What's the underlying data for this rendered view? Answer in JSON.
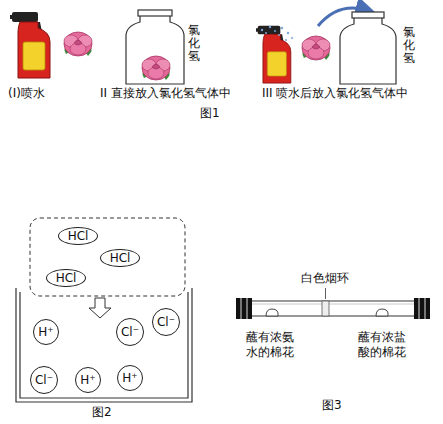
{
  "diagram": {
    "nodes": [
      {
        "text": [
          "HCl"
        ]
      },
      {
        "text": [
          "HCl"
        ]
      },
      {
        "text": [
          "HCl"
        ]
      },
      {
        "text": [
          "Cl⁻"
        ]
      },
      {
        "text": [
          "Cl⁻"
        ]
      },
      {
        "text": [
          "H⁺"
        ]
      },
      {
        "text": [
          "H⁺"
        ]
      },
      {
        "text": [
          "H⁺"
        ]
      },
      {
        "text": [
          "Cl⁻"
        ]
      }
    ],
    "labels": [
      "(I)喷水",
      "II 直接放入氯化氢气体中",
      "氯化氢",
      "III 喷水后放入氯化氢气体中",
      "氯化氢",
      "图1",
      "图2",
      "白色烟环",
      "蘸有浓氨水的棉花",
      "蘸有浓盐酸的棉花",
      "图3"
    ]
  }
}
